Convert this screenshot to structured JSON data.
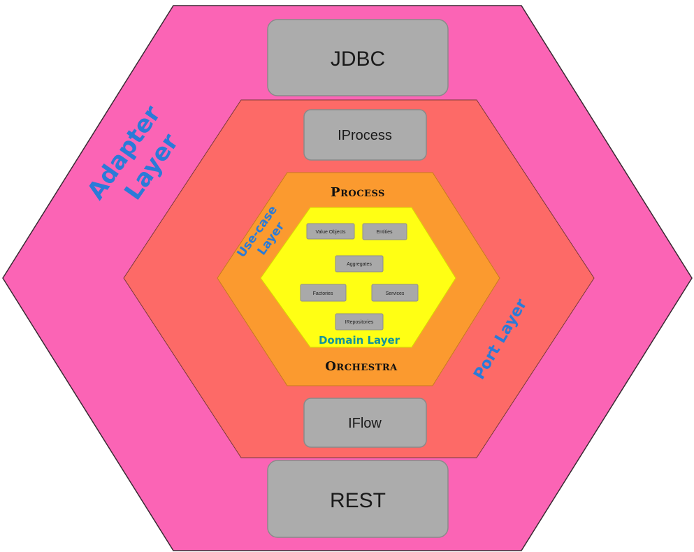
{
  "layers": {
    "adapter": {
      "label_line1": "Adapter",
      "label_line2": "Layer",
      "color": "#fb64b5"
    },
    "port": {
      "label": "Port Layer",
      "color": "#fd6a67"
    },
    "usecase": {
      "label_line1": "Use-case",
      "label_line2": "Layer",
      "color": "#fb9a2f"
    },
    "domain": {
      "label": "Domain Layer",
      "color": "#ffff14"
    }
  },
  "adapter_boxes": {
    "top": "JDBC",
    "bottom": "REST"
  },
  "port_boxes": {
    "top": "IProcess",
    "bottom": "IFlow"
  },
  "usecase_titles": {
    "top": "Process",
    "bottom": "Orchestra"
  },
  "domain_items": {
    "value_objects": "Value Objects",
    "entities": "Entities",
    "aggregates": "Aggregates",
    "factories": "Factories",
    "services": "Services",
    "irepositories": "IRepositories"
  },
  "colors": {
    "layer_label": "#2a7bd8",
    "domain_label": "#11939d",
    "box_fill": "#acacac"
  }
}
